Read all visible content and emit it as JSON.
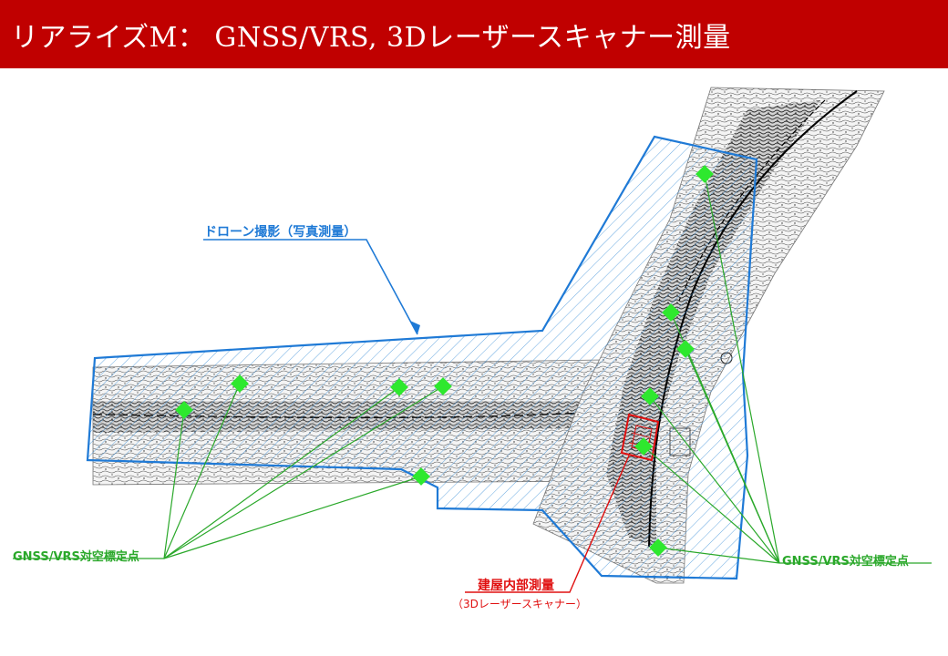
{
  "title": "リアライズM： GNSS/VRS, 3Dレーザースキャナー測量",
  "labels": {
    "drone": "ドローン撮影（写真測量）",
    "gnss_left": "GNSS/VRS対空標定点",
    "gnss_right": "GNSS/VRS対空標定点",
    "building": "建屋内部測量",
    "building_sub": "（3Dレーザースキャナー）"
  },
  "colors": {
    "title_bg": "#c00000",
    "drone_area": "#1f7ad6",
    "gnss_marker": "#2ee82e",
    "gnss_line": "#2aa82a",
    "building": "#e01010"
  }
}
